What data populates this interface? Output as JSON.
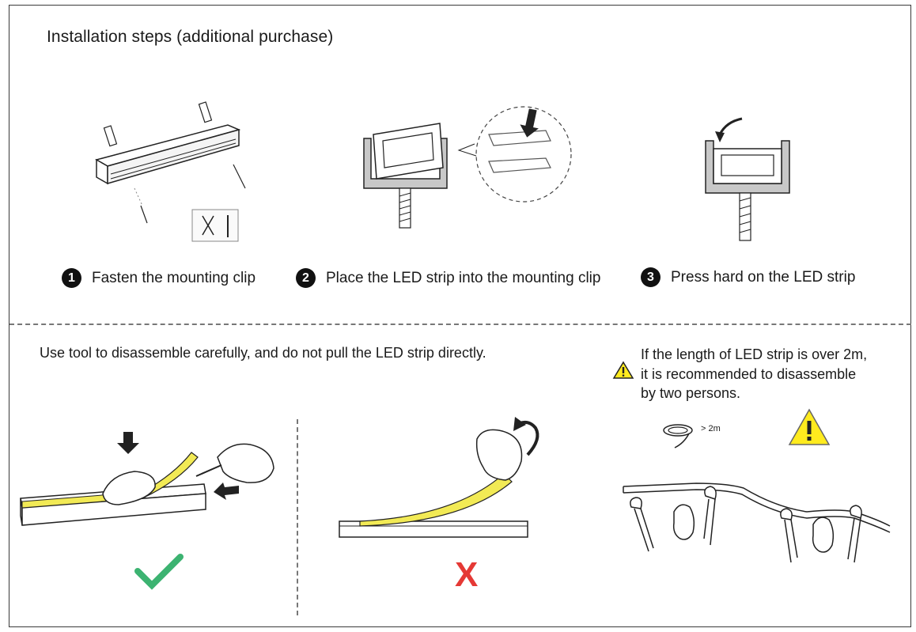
{
  "title": "Installation steps (additional purchase)",
  "steps": [
    {
      "number": "1",
      "label": "Fasten the mounting clip"
    },
    {
      "number": "2",
      "label": "Place the LED strip into the mounting clip"
    },
    {
      "number": "3",
      "label": "Press hard on the LED strip"
    }
  ],
  "disassembly": {
    "instruction": "Use tool to disassemble carefully, and do not pull the LED strip directly.",
    "note_lines": [
      "If the length of LED strip is over 2m,",
      "it is recommended to disassemble",
      "by two persons."
    ],
    "length_label": "> 2m",
    "correct_mark": "check-icon",
    "wrong_mark": "X"
  },
  "colors": {
    "strip_yellow": "#f2ea55",
    "check_green": "#3cb371",
    "cross_red": "#e53935",
    "warning_yellow": "#ffeb1e",
    "clip_gray": "#c8c8c8"
  }
}
